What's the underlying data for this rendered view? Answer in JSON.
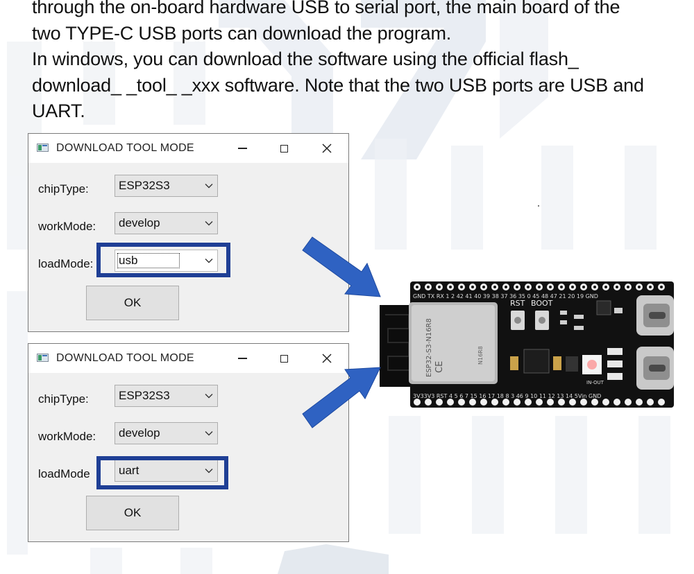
{
  "intro": {
    "line1": "through the on-board hardware USB to serial port, the main board of the",
    "line2": "two TYPE-C USB ports can download the program.",
    "line3": "In windows, you can download the software using the official flash_",
    "line4": "download_ _tool_ _xxx software. Note that the two USB ports are USB and",
    "line5": "UART."
  },
  "dialogs": [
    {
      "title": "DOWNLOAD TOOL MODE",
      "chip_label": "chipType:",
      "chip_value": "ESP32S3",
      "work_label": "workMode:",
      "work_value": "develop",
      "load_label": "loadMode:",
      "load_value": "usb",
      "ok": "OK"
    },
    {
      "title": "DOWNLOAD TOOL MODE",
      "chip_label": "chipType:",
      "chip_value": "ESP32S3",
      "work_label": "workMode:",
      "work_value": "develop",
      "load_label": "loadMode",
      "load_value": "uart",
      "ok": "OK"
    }
  ],
  "board": {
    "module_text": "ESP32-S3-N16R8",
    "module_side": "N16R8",
    "ce": "CE",
    "rst": "RST",
    "boot": "BOOT",
    "top_pins": [
      "GND",
      "TX",
      "RX",
      "1",
      "2",
      "42",
      "41",
      "40",
      "39",
      "38",
      "37",
      "36",
      "35",
      "0",
      "45",
      "48",
      "47",
      "21",
      "20",
      "19",
      "GND"
    ],
    "bottom_pins": [
      "3V3",
      "3V3",
      "RST",
      "4",
      "5",
      "6",
      "7",
      "15",
      "16",
      "17",
      "18",
      "8",
      "3",
      "46",
      "9",
      "10",
      "11",
      "12",
      "13",
      "14",
      "5Vin",
      "GND"
    ],
    "inout": "IN-OUT"
  },
  "colors": {
    "highlight": "#1f3f95",
    "arrow": "#2f62c2",
    "dialog_bg": "#f0f0f0",
    "board": "#111111"
  }
}
